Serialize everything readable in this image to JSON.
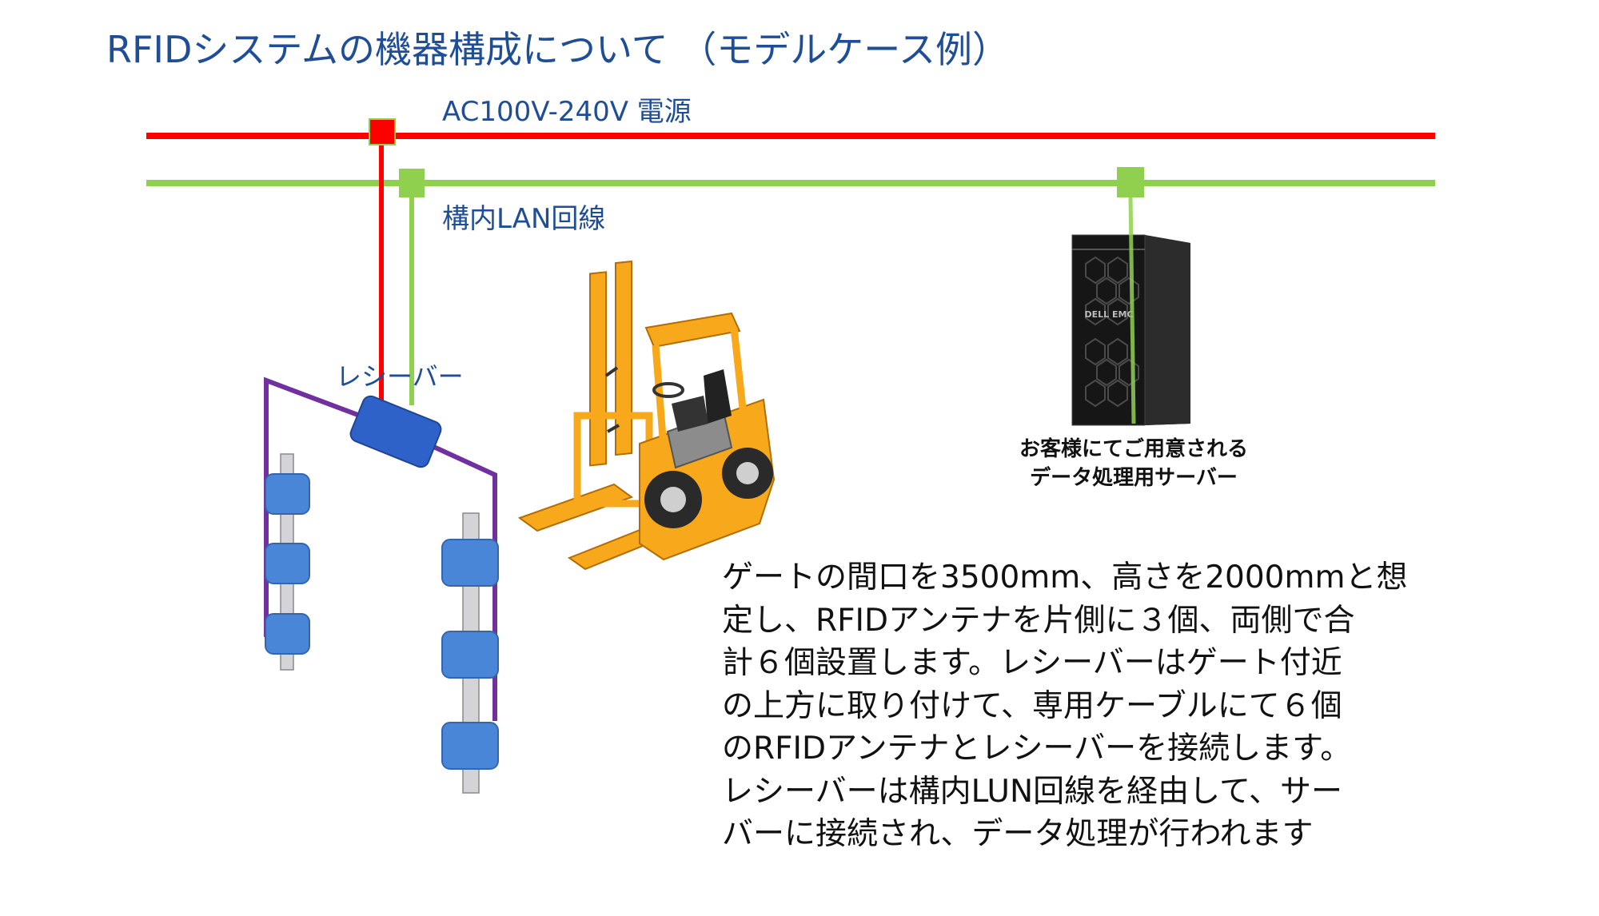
{
  "title": "RFIDシステムの機器構成について （モデルケース例）",
  "labels": {
    "power": "AC100V-240V 電源",
    "lan": "構内LAN回線",
    "receiver": "レシーバー",
    "server_brand": "DELL EMC",
    "server_caption": [
      "お客様にてご用意される",
      "データ処理用サーバー"
    ]
  },
  "description": [
    "ゲートの間口を3500mm、高さを2000mmと想",
    "定し、RFIDアンテナを片側に３個、両側で合",
    "計６個設置します。レシーバーはゲート付近",
    "の上方に取り付けて、専用ケーブルにて６個",
    "のRFIDアンテナとレシーバーを接続します。",
    "レシーバーは構内LUN回線を経由して、サー",
    "バーに接続され、データ処理が行われます"
  ],
  "colors": {
    "title": "#1f4e96",
    "power_line": "#ff0000",
    "lan_line": "#8fd14f",
    "cable": "#7030a0",
    "device_blue": "#4a86d8",
    "receiver_blue": "#2f62c9",
    "forklift_orange": "#f7a81b",
    "server_black": "#1b1b1b"
  },
  "icons": {
    "forklift": "forklift-icon",
    "server": "tower-server-icon",
    "receiver": "receiver-icon",
    "antenna": "rfid-antenna-icon"
  }
}
